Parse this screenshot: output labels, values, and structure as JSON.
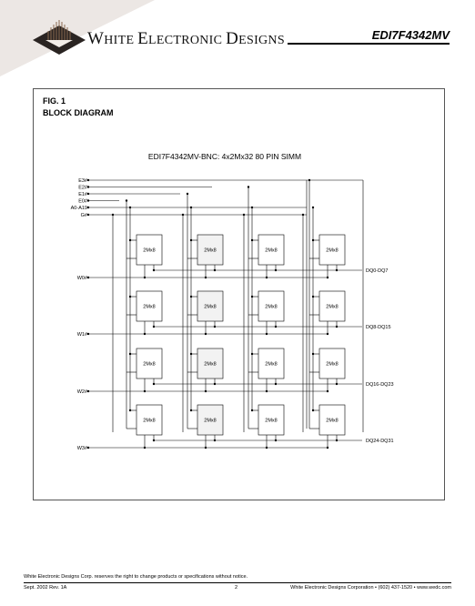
{
  "header": {
    "brand_lead": "W",
    "brand_rest": "HITE ",
    "brand_lead2": "E",
    "brand_rest2": "LECTRONIC ",
    "brand_lead3": "D",
    "brand_rest3": "ESIGNS",
    "part_number": "EDI7F4342MV"
  },
  "figure": {
    "number": "FIG. 1",
    "title": "BLOCK DIAGRAM",
    "diagram_title": "EDI7F4342MV-BNC: 4x2Mx32  80 PIN SIMM",
    "inputs": [
      "E3#",
      "E2#",
      "E1#",
      "E0#",
      "A0-A19",
      "G#"
    ],
    "chip_label": "2Mx8",
    "write_enables": [
      "W0#",
      "W1#",
      "W2#",
      "W3#"
    ],
    "data_buses": [
      "DQ0-DQ7",
      "DQ8-DQ15",
      "DQ16-DQ23",
      "DQ24-DQ31"
    ]
  },
  "footer": {
    "disclaimer": "White Electronic Designs Corp. reserves the right to change products or specifications without notice.",
    "revision": "Sept. 2002 Rev. 1A",
    "page": "2",
    "corporation": "White Electronic Designs Corporation • (602) 437-1520 • www.wedc.com"
  },
  "colors": {
    "corner_tint": "#ece7e4",
    "logo_brown": "#8a6a50"
  }
}
